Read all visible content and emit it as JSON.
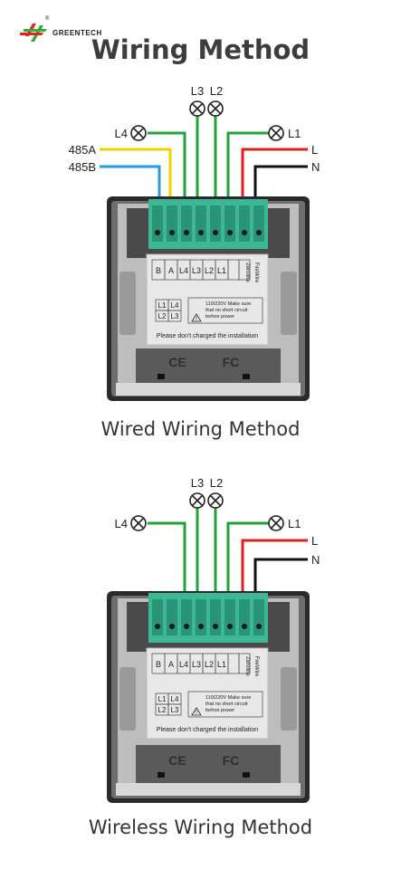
{
  "brand": {
    "name": "GREENTECH",
    "reg_mark": "®"
  },
  "title": "Wiring Method",
  "diagrams": [
    {
      "caption": "Wired Wiring Method",
      "wire_labels": {
        "l1": "L1",
        "l2": "L2",
        "l3": "L3",
        "l4": "L4",
        "live": "L",
        "neutral": "N",
        "a485": "485A",
        "b485": "485B"
      },
      "terminal_labels": [
        "B",
        "A",
        "L4",
        "L3",
        "L2",
        "L1",
        "Zeroline",
        "FireWire"
      ],
      "warning": [
        "110/220V Make sure",
        "that no short circuit",
        "before power"
      ],
      "note": "Please don't charged the installation",
      "grid_labels": [
        "L1",
        "L4",
        "L2",
        "L3"
      ]
    },
    {
      "caption": "Wireless Wiring Method",
      "wire_labels": {
        "l1": "L1",
        "l2": "L2",
        "l3": "L3",
        "l4": "L4",
        "live": "L",
        "neutral": "N"
      },
      "terminal_labels": [
        "B",
        "A",
        "L4",
        "L3",
        "L2",
        "L1",
        "Zeroline",
        "FireWire"
      ],
      "warning": [
        "110/220V Make sure",
        "that no short circuit",
        "before power"
      ],
      "note": "Please don't charged the installation",
      "grid_labels": [
        "L1",
        "L4",
        "L2",
        "L3"
      ]
    }
  ],
  "colors": {
    "green_wire": "#22a33a",
    "red_wire": "#e02020",
    "black_wire": "#111111",
    "yellow_wire": "#f5d000",
    "blue_wire": "#2a9be0",
    "terminal": "#3cb896",
    "brand_red": "#e0261c",
    "brand_green": "#3aa83a"
  }
}
